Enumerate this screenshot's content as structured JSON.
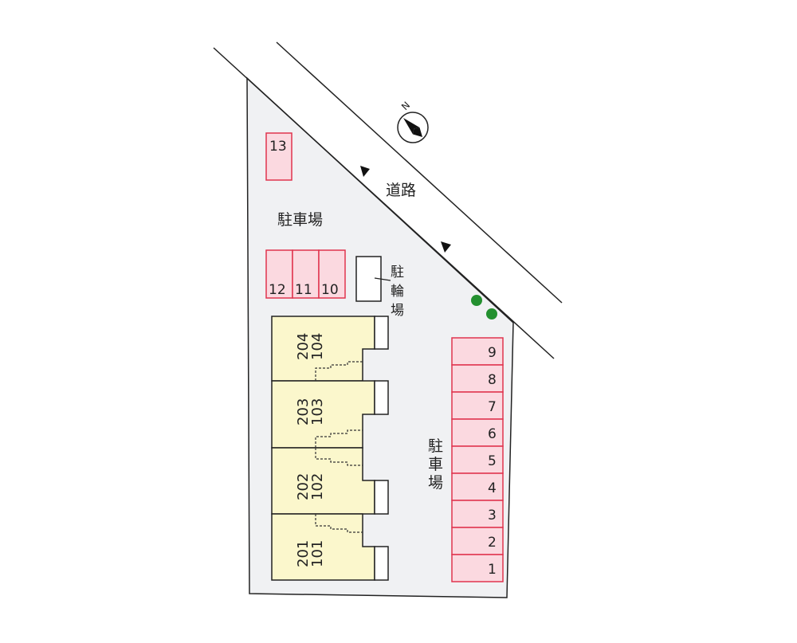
{
  "road_label": "道路",
  "compass_label": "N",
  "parking_label_upper": "駐車場",
  "parking_label_right": [
    "駐",
    "車",
    "場"
  ],
  "bicycle_parking_label": [
    "駐",
    "輪",
    "場"
  ],
  "parking_spaces_top": [
    "12",
    "11",
    "10"
  ],
  "parking_space_13": "13",
  "parking_spaces_right": [
    "9",
    "8",
    "7",
    "6",
    "5",
    "4",
    "3",
    "2",
    "1"
  ],
  "units": [
    {
      "upper": "204",
      "lower": "104"
    },
    {
      "upper": "203",
      "lower": "103"
    },
    {
      "upper": "202",
      "lower": "102"
    },
    {
      "upper": "201",
      "lower": "101"
    }
  ],
  "colors": {
    "site": "#f0f1f3",
    "parking_fill": "#fbd9e0",
    "parking_stroke": "#e0344e",
    "building_fill": "#fbf7cc",
    "tree": "#23902f",
    "line": "#222222"
  }
}
